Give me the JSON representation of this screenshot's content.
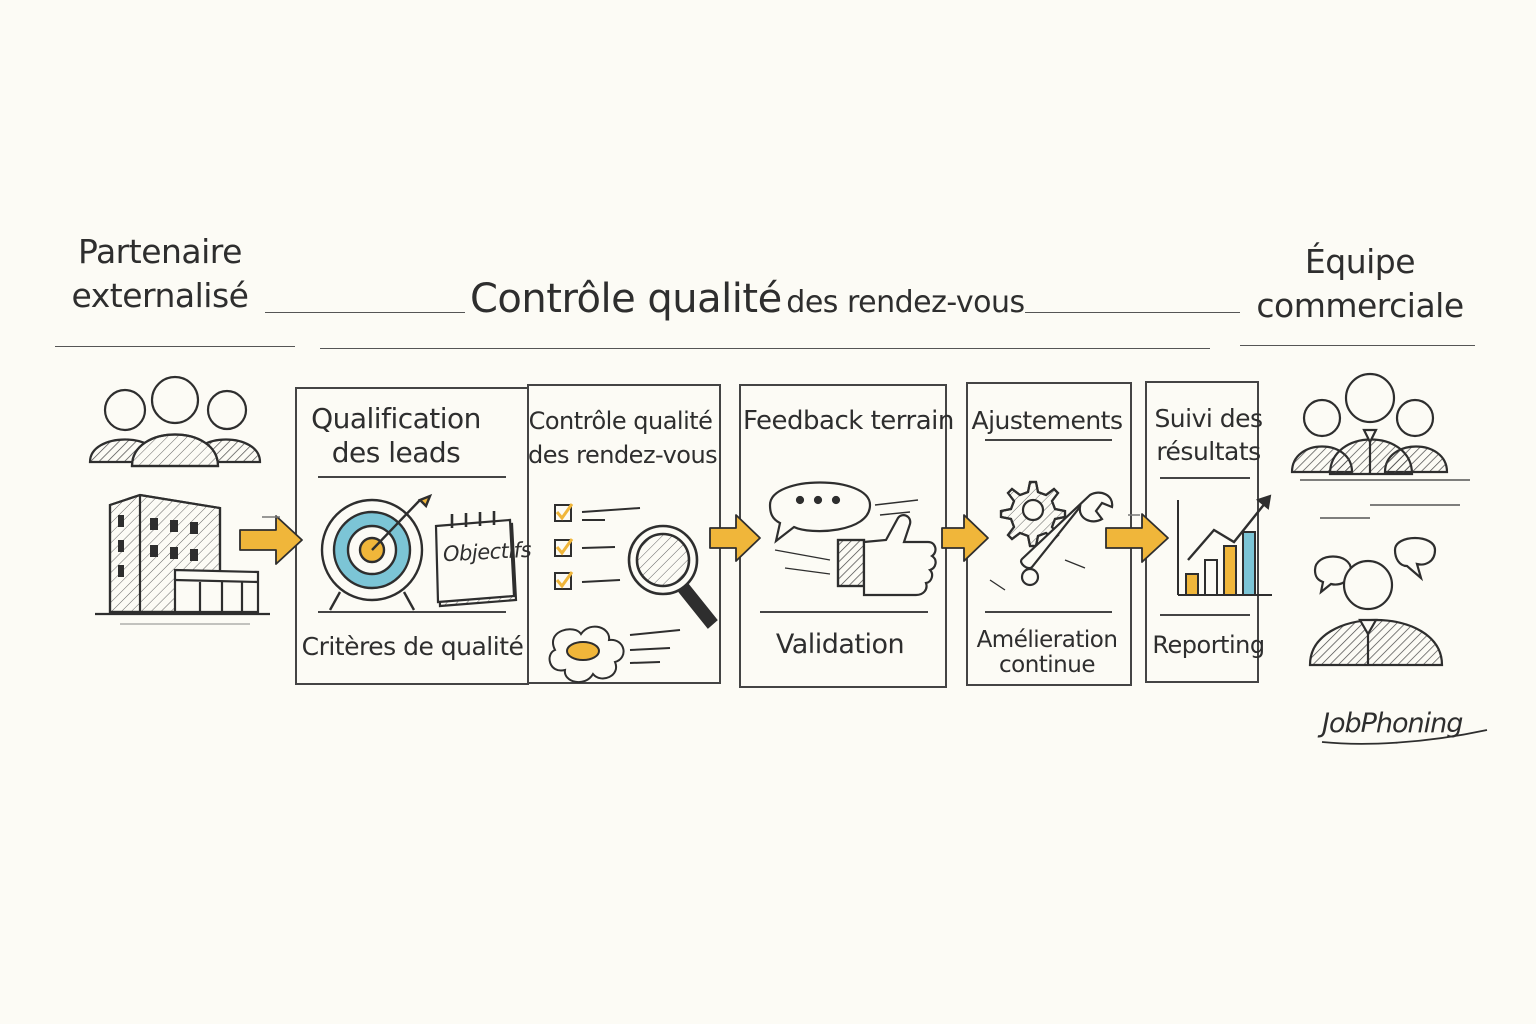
{
  "title": {
    "main": "Contrôle qualité",
    "rest": "des rendez-vous"
  },
  "actors": {
    "left": {
      "line1": "Partenaire",
      "line2": "externalisé"
    },
    "right": {
      "line1": "Équipe",
      "line2": "commerciale"
    }
  },
  "steps": [
    {
      "title_line1": "Qualification",
      "title_line2": "des leads",
      "footer_line1": "Critères de qualité",
      "footer_line2": ""
    },
    {
      "title_line1": "Contrôle qualité",
      "title_line2": "des rendez-vous",
      "footer_line1": "",
      "footer_line2": ""
    },
    {
      "title_line1": "Feedback terrain",
      "title_line2": "",
      "footer_line1": "Validation",
      "footer_line2": ""
    },
    {
      "title_line1": "Ajustements",
      "title_line2": "",
      "footer_line1": "Amélieration",
      "footer_line2": "continue"
    },
    {
      "title_line1": "Suivi des",
      "title_line2": "résultats",
      "footer_line1": "Reporting",
      "footer_line2": ""
    }
  ],
  "notepad_label": "Objectifs",
  "brand": "JobPhoning",
  "colors": {
    "accent_yellow": "#f0b63a",
    "accent_blue": "#7cc5d6",
    "ink": "#2e2e2e",
    "background": "#fcfbf5"
  },
  "icons": [
    "group-people-icon",
    "building-icon",
    "target-icon",
    "notepad-icon",
    "checklist-icon",
    "magnifier-icon",
    "speech-bubble-icon",
    "thumbs-up-icon",
    "gear-icon",
    "wrench-icon",
    "bar-chart-icon",
    "business-team-icon",
    "talking-people-icon",
    "arrow-right-icon"
  ]
}
